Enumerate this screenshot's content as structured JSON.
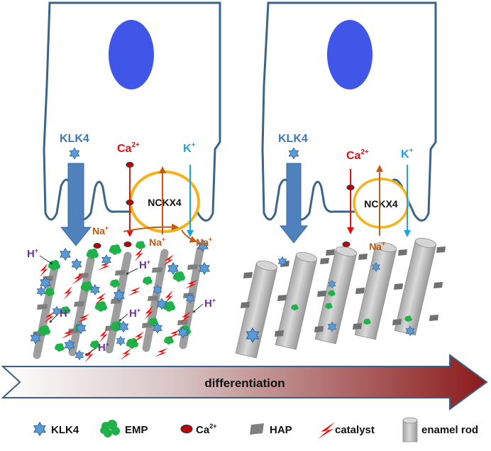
{
  "labels": {
    "klk4": "KLK4",
    "nckx4": "NCKX4",
    "ca": "Ca",
    "ca_sup": "2+",
    "k": "K",
    "k_sup": "+",
    "na": "Na",
    "na_sup": "+",
    "h": "H",
    "h_sup": "+",
    "differentiation": "differentiation"
  },
  "legend": [
    {
      "icon": "klk4-star-icon",
      "label": "KLK4"
    },
    {
      "icon": "emp-blob-icon",
      "label": "EMP"
    },
    {
      "icon": "calcium-ion-icon",
      "label": "Ca",
      "sup": "2+"
    },
    {
      "icon": "hap-crystal-icon",
      "label": "HAP"
    },
    {
      "icon": "catalyst-bolt-icon",
      "label": "catalyst"
    },
    {
      "icon": "enamel-rod-icon",
      "label": "enamel rod"
    }
  ],
  "colors": {
    "cell_outline": "#3a6488",
    "nucleus": "#3f56e8",
    "klk4_blue": "#4f81bd",
    "star": "#5b9bd5",
    "emp": "#1fb24a",
    "calcium": "#c00000",
    "ca_label": "#e01010",
    "na_label": "#c55a11",
    "k_label": "#1aa3e8",
    "h_label": "#7030a0",
    "exchanger": "#f5b21b",
    "hap": "#7f7f7f",
    "catalyst": "#ff0000",
    "rod": "#bfbfbf"
  }
}
